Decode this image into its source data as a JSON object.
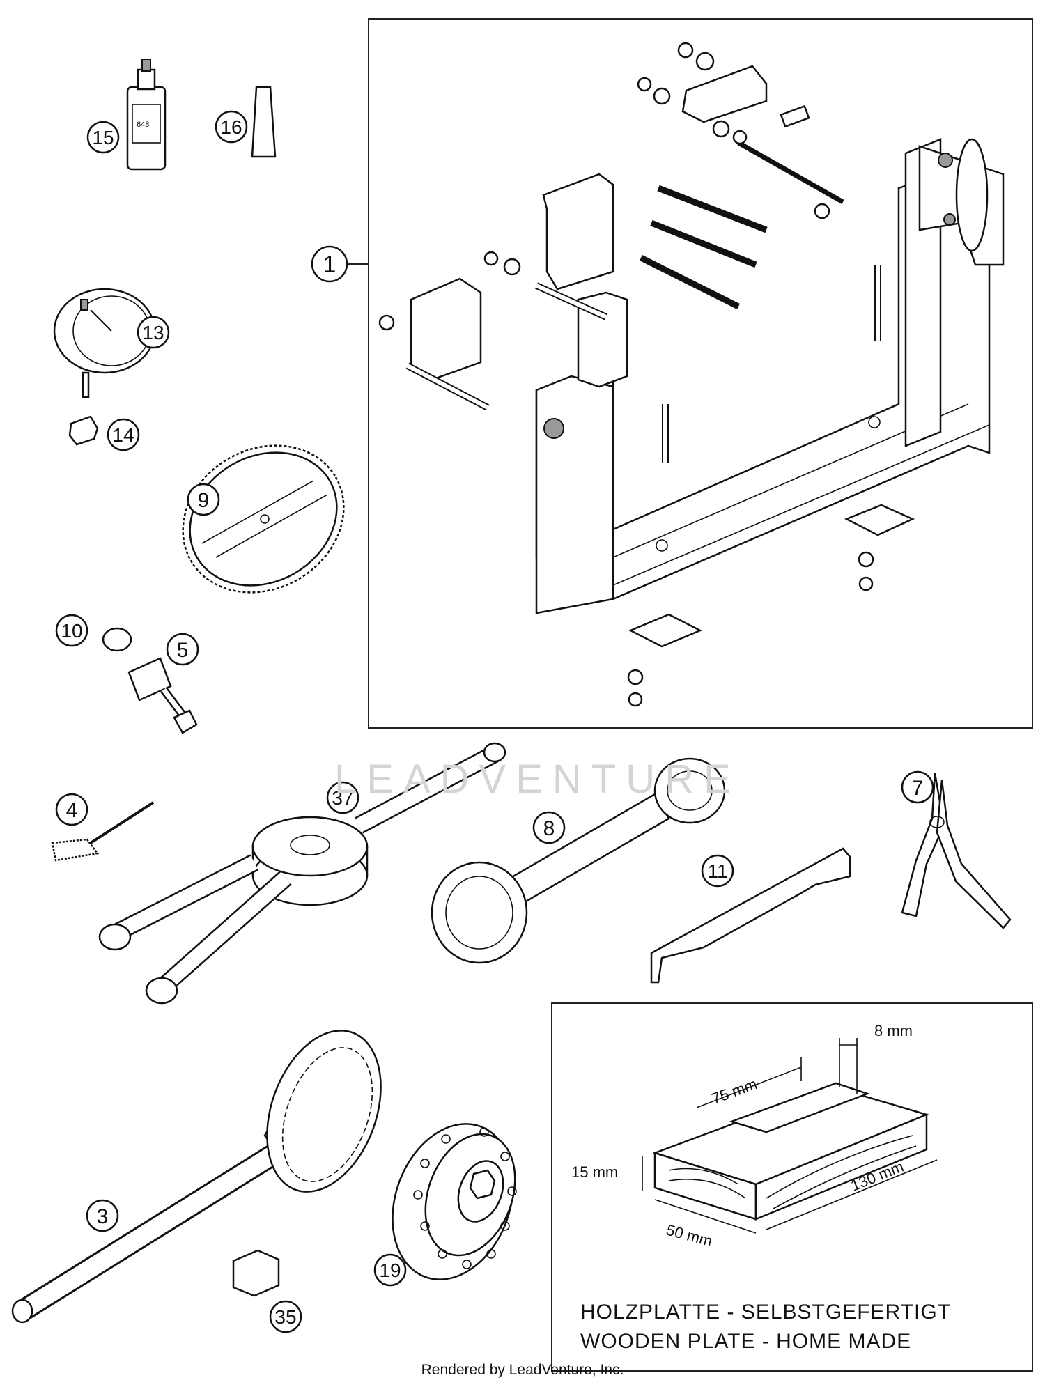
{
  "footer": "Rendered by LeadVenture, Inc.",
  "watermark": "LEADVENTURE",
  "callouts": {
    "c1": "1",
    "c3": "3",
    "c4": "4",
    "c5": "5",
    "c7": "7",
    "c8": "8",
    "c9": "9",
    "c10": "10",
    "c11": "11",
    "c13": "13",
    "c14": "14",
    "c15": "15",
    "c16": "16",
    "c19": "19",
    "c35": "35",
    "c37": "37"
  },
  "bottle_label": "648",
  "dimensions": {
    "d75": "75 mm",
    "d8": "8 mm",
    "d15": "15 mm",
    "d130": "130 mm",
    "d50": "50 mm"
  },
  "wooden_plate_note": {
    "line1": "HOLZPLATTE - SELBSTGEFERTIGT",
    "line2": "WOODEN PLATE - HOME MADE"
  }
}
